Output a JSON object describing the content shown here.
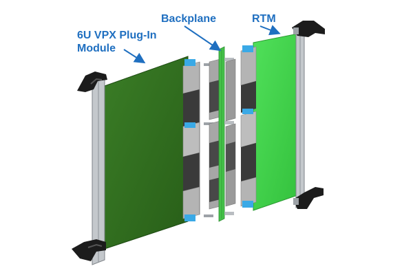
{
  "labels": {
    "module_line1": "6U VPX Plug-In",
    "module_line2": "Module",
    "backplane": "Backplane",
    "rtm": "RTM"
  },
  "colors": {
    "label_text": "#1f6fc0",
    "arrow": "#1f6fc0",
    "module_pcb": "#2f6e1f",
    "rtm_pcb": "#3fd246",
    "backplane_pcb": "#45c24a",
    "frame_metal": "#b8bdc2",
    "connector_dark": "#3a3a3a",
    "connector_light": "#b9b9b9",
    "connector_key": "#3aa9e6",
    "latch": "#1c1c1c"
  },
  "icons": {
    "top_left_latch": "ejector-latch-icon",
    "bottom_left_latch": "ejector-latch-icon",
    "top_right_latch": "ejector-latch-icon",
    "bottom_right_latch": "ejector-latch-icon"
  }
}
